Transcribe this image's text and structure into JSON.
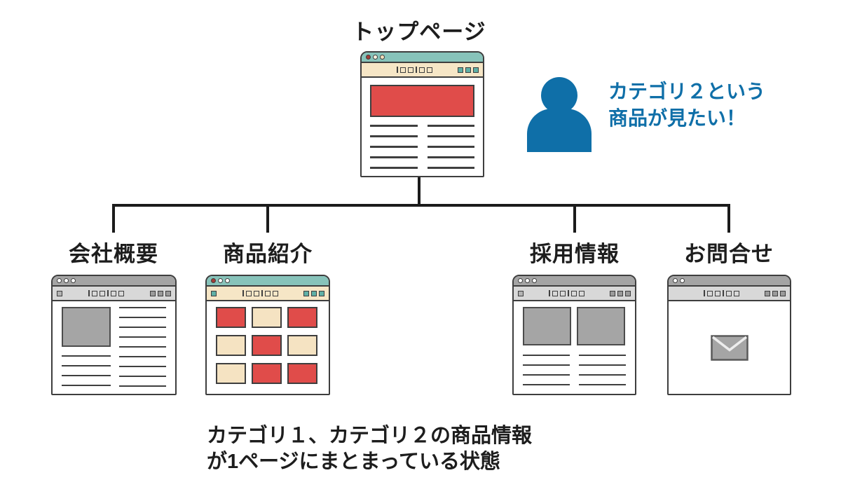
{
  "top_page": {
    "label": "トップページ"
  },
  "user_callout": {
    "lines": [
      "カテゴリ２という",
      "商品が見たい！"
    ]
  },
  "pages": [
    {
      "id": "company",
      "label": "会社概要",
      "theme": "gray",
      "content": "image-and-text"
    },
    {
      "id": "products",
      "label": "商品紹介",
      "theme": "color",
      "content": "product-grid",
      "grid": [
        [
          "red",
          "cream",
          "red"
        ],
        [
          "cream",
          "red",
          "cream"
        ],
        [
          "cream",
          "red",
          "red"
        ]
      ]
    },
    {
      "id": "recruit",
      "label": "採用情報",
      "theme": "gray",
      "content": "two-photos-and-text"
    },
    {
      "id": "contact",
      "label": "お問合せ",
      "theme": "gray",
      "content": "envelope"
    }
  ],
  "caption": {
    "lines": [
      "カテゴリ１、カテゴリ２の商品情報",
      "が1ページにまとまっている状態"
    ]
  },
  "icons": {
    "visitor": "person-silhouette",
    "contact_page": "envelope"
  },
  "colors": {
    "teal": "#87c3ba",
    "teal_accent": "#5fb0a6",
    "cream": "#f6e6c6",
    "cream_box": "#f5e3c2",
    "red": "#e04c4a",
    "red_dot": "#a63c36",
    "blue": "#0f6fa8",
    "gray_titlebar": "#a4a4a4",
    "gray_toolbar": "#d8d8d8",
    "gray_box": "#a5a5a5",
    "gray_accent": "#9a9a9a",
    "ink": "#3e3e3e",
    "line": "#3f3f3f",
    "tree_line": "#1b1b1b",
    "text": "#1d1d1d"
  }
}
